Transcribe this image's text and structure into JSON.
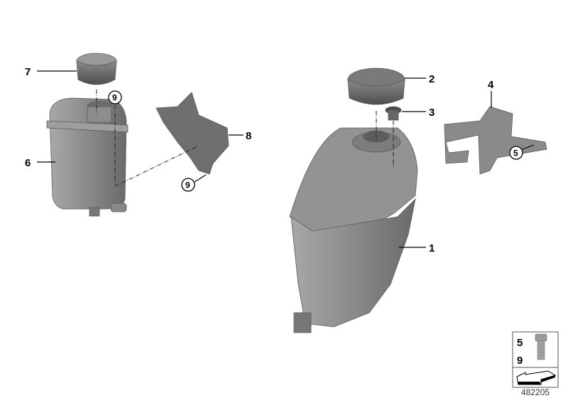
{
  "callouts": {
    "part_1": "1",
    "part_2": "2",
    "part_3": "3",
    "part_4": "4",
    "part_5": "5",
    "part_6": "6",
    "part_7": "7",
    "part_8": "8",
    "part_9_upper": "9",
    "part_9_lower": "9"
  },
  "legend": {
    "items": [
      "5",
      "9"
    ],
    "icon": "hex-bolt-icon",
    "arrow_icon": "direction-arrow-icon"
  },
  "diagram_number": "482205",
  "colors": {
    "part_gray": "#8c8c8c",
    "part_dark": "#5e5e5e"
  }
}
